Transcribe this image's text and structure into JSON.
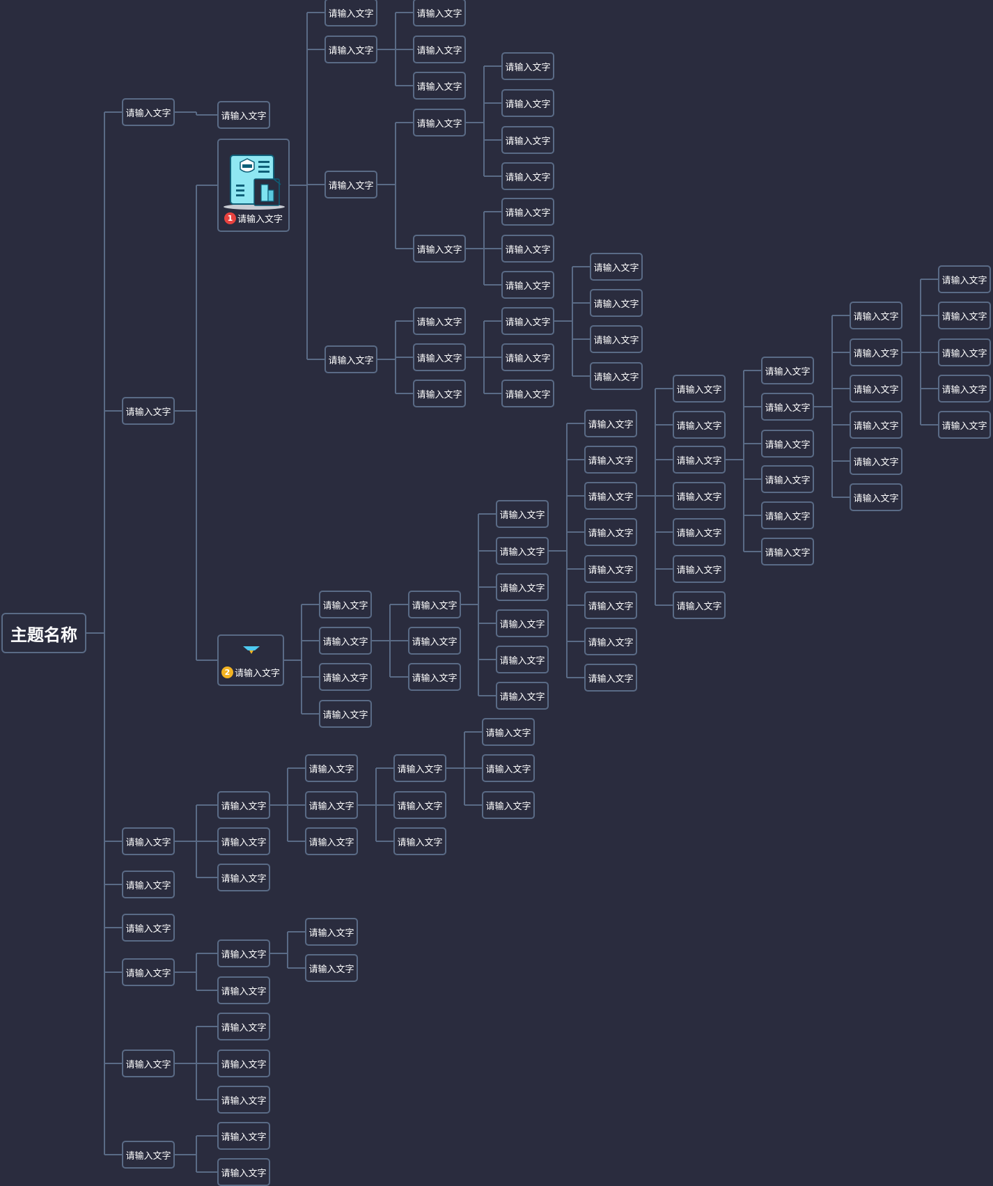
{
  "root_label": "主题名称",
  "default_label": "请输入文字",
  "colors": {
    "background": "#2a2c3e",
    "line": "#5a6b86",
    "node_border": "#5a6b86",
    "text": "#ffffff",
    "badge_1": "#e8423f",
    "badge_2": "#f2b322",
    "icon_cyan": "#7fe3f0"
  },
  "badges": {
    "card_1": {
      "number": "1",
      "label": "请输入文字",
      "icon": "bank-document-icon"
    },
    "card_2": {
      "number": "2",
      "label": "请输入文字",
      "icon": "funnel-icon"
    }
  }
}
